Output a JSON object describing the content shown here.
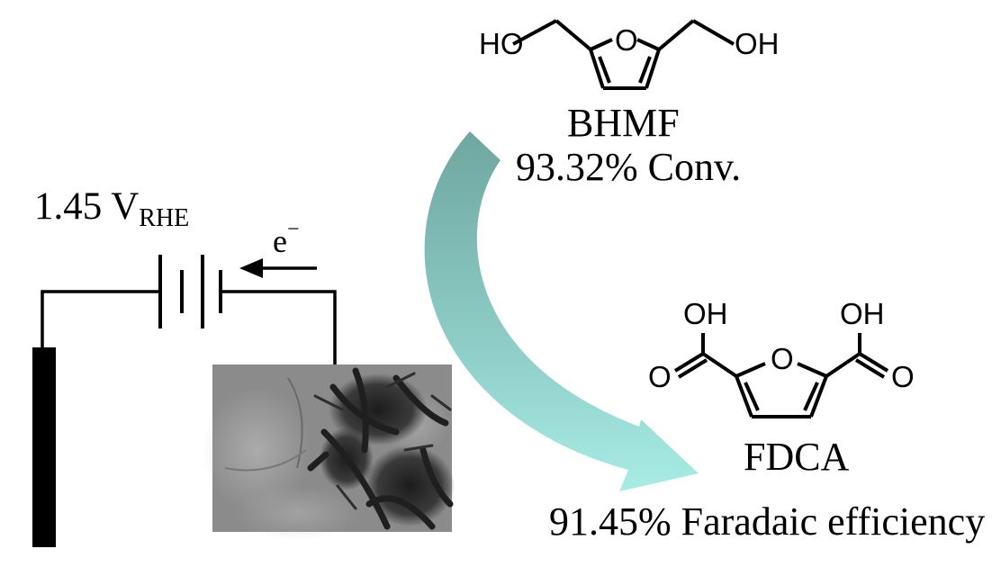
{
  "cell": {
    "voltage_value": "1.45 V",
    "voltage_subscript": "RHE",
    "electron_symbol": "e",
    "electron_charge": "−"
  },
  "reactant": {
    "name": "BHMF",
    "conversion": "93.32% Conv.",
    "atoms": {
      "left_group": "HO",
      "right_group": "OH",
      "ring_oxygen": "O"
    }
  },
  "product": {
    "name": "FDCA",
    "faradaic_efficiency": "91.45% Faradaic efficiency",
    "atoms": {
      "left_hydroxyl": "OH",
      "right_hydroxyl": "OH",
      "left_carbonyl": "O",
      "right_carbonyl": "O",
      "ring_oxygen": "O"
    }
  },
  "colors": {
    "arrow_start": "#6fa6a1",
    "arrow_end": "#a8ece6",
    "electrode": "#000000",
    "tem_background": "#8b8b8b"
  }
}
